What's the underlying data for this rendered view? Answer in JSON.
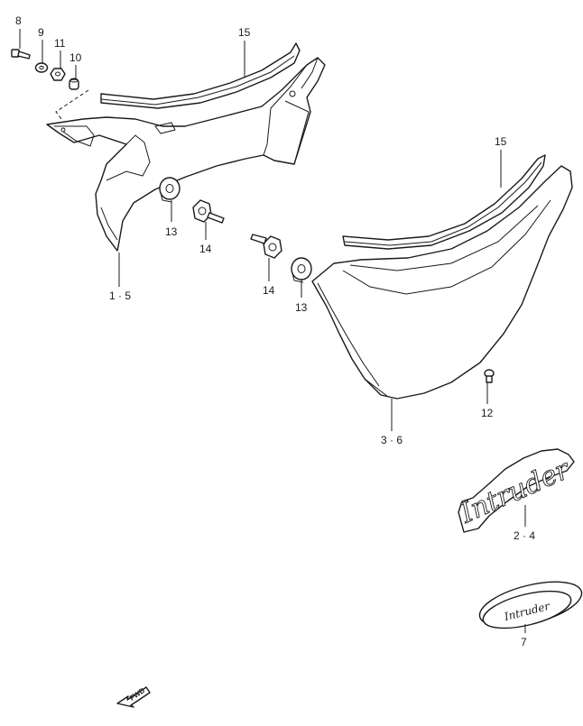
{
  "labels": {
    "p8": "8",
    "p9": "9",
    "p11": "11",
    "p10": "10",
    "p15a": "15",
    "p15b": "15",
    "p13a": "13",
    "p14a": "14",
    "p14b": "14",
    "p13b": "13",
    "p1_5": "1 · 5",
    "p12": "12",
    "p3_6": "3 · 6",
    "p2_4": "2 · 4",
    "p7": "7"
  },
  "emblem_large_text": "Intruder",
  "emblem_small_text": "Intruder",
  "fwd_text": "FWD"
}
